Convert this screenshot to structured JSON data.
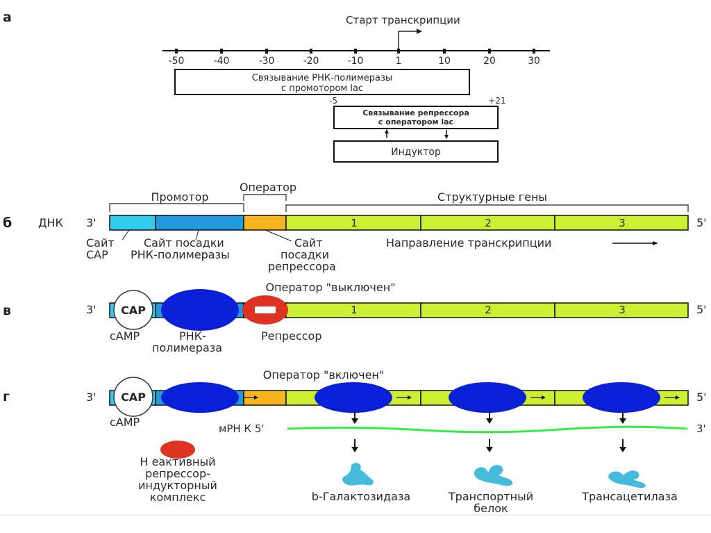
{
  "panels": {
    "a": "а",
    "b": "б",
    "v": "в",
    "g": "г"
  },
  "panel_a": {
    "transcription_start": "Старт транскрипции",
    "ticks": [
      "-50",
      "-40",
      "-30",
      "-20",
      "-10",
      "1",
      "10",
      "20",
      "30"
    ],
    "rnap_binding_line1": "Связывание РНК-полимеразы",
    "rnap_binding_line2": "с промотором lac",
    "pos_minus5": "-5",
    "pos_plus21": "+21",
    "repressor_binding_line1": "Связывание репрессора",
    "repressor_binding_line2": "с оператором lac",
    "inductor": "Индуктор"
  },
  "panel_b": {
    "dna_label": "ДНК",
    "end_3": "3'",
    "end_5": "5'",
    "promoter": "Промотор",
    "operator": "Оператор",
    "structural_genes": "Структурные гены",
    "gene1": "1",
    "gene2": "2",
    "gene3": "3",
    "cap_site_line1": "Сайт",
    "cap_site_line2": "CAP",
    "rnap_site_line1": "Сайт посадки",
    "rnap_site_line2": "РНК-полимеразы",
    "rep_site_line1": "Сайт",
    "rep_site_line2": "посадки",
    "rep_site_line3": "репрессора",
    "direction": "Направление транскрипции"
  },
  "panel_v": {
    "title": "Оператор \"выключен\"",
    "end_3": "3'",
    "end_5": "5'",
    "cap": "CAP",
    "gene1": "1",
    "gene2": "2",
    "gene3": "3",
    "camp": "cAMP",
    "rnap_line1": "РНК-",
    "rnap_line2": "полимераза",
    "repressor": "Репрессор"
  },
  "panel_g": {
    "title": "Оператор \"включен\"",
    "end_3": "3'",
    "end_5": "5'",
    "cap": "CAP",
    "camp": "cAMP",
    "mrna_label": "мРН К 5'",
    "mrna_end": "3'",
    "inactive_line1": "Н еактивный",
    "inactive_line2": "репрессор-",
    "inactive_line3": "индукторный",
    "inactive_line4": "комплекс",
    "protein1": "b-Галактозидаза",
    "protein2_line1": "Транспортный",
    "protein2_line2": "белок",
    "protein3": "Трансацетилаза"
  },
  "colors": {
    "cap_site": "#33ccee",
    "promoter_site": "#2299dd",
    "operator": "#f5b51e",
    "genes": "#ccee33",
    "rnap": "#0a1fd8",
    "repressor": "#dd3322",
    "mrna": "#33ee44",
    "protein": "#44bbdd"
  }
}
